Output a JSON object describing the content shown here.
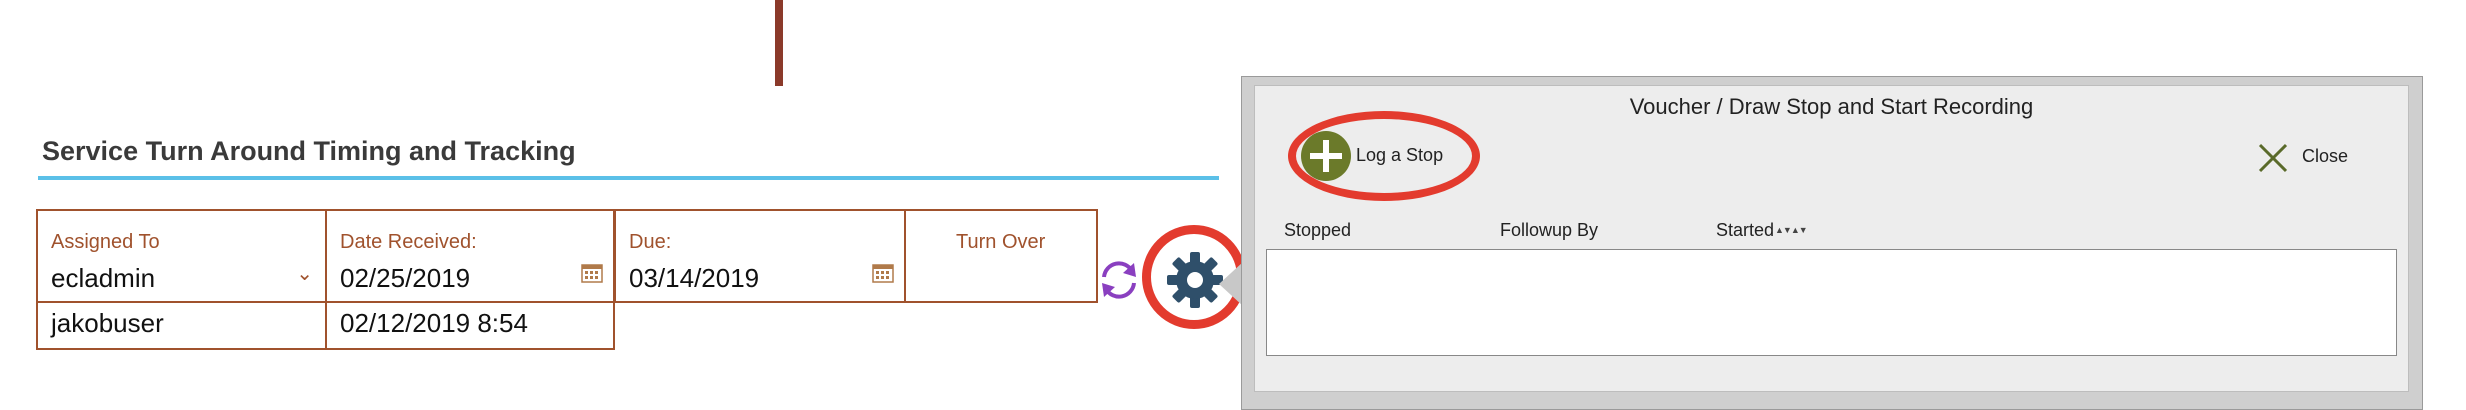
{
  "section": {
    "title": "Service Turn Around Timing and Tracking"
  },
  "form": {
    "assigned_to": {
      "label": "Assigned To",
      "value": "ecladmin",
      "secondary": "jakobuser"
    },
    "date_received": {
      "label": "Date Received:",
      "value": "02/25/2019",
      "secondary": "02/12/2019 8:54"
    },
    "due": {
      "label": "Due:",
      "value": "03/14/2019"
    },
    "turn_over": {
      "label": "Turn Over",
      "value": ""
    }
  },
  "dialog": {
    "title": "Voucher / Draw Stop and Start Recording",
    "log_stop_label": "Log a Stop",
    "close_label": "Close",
    "columns": [
      "Stopped",
      "Followup By",
      "Started"
    ]
  },
  "colors": {
    "accent_brown": "#a0522d",
    "rule_blue": "#5bc0e8",
    "highlight_red": "#e33b2e",
    "gear_blue": "#2f4f6a",
    "plus_green": "#6b7a2a",
    "refresh_purple": "#8a3fc0"
  },
  "icons": [
    "calendar-icon",
    "chevron-down-icon",
    "refresh-icon",
    "gear-icon",
    "plus-circle-icon",
    "close-icon",
    "sort-icon"
  ]
}
